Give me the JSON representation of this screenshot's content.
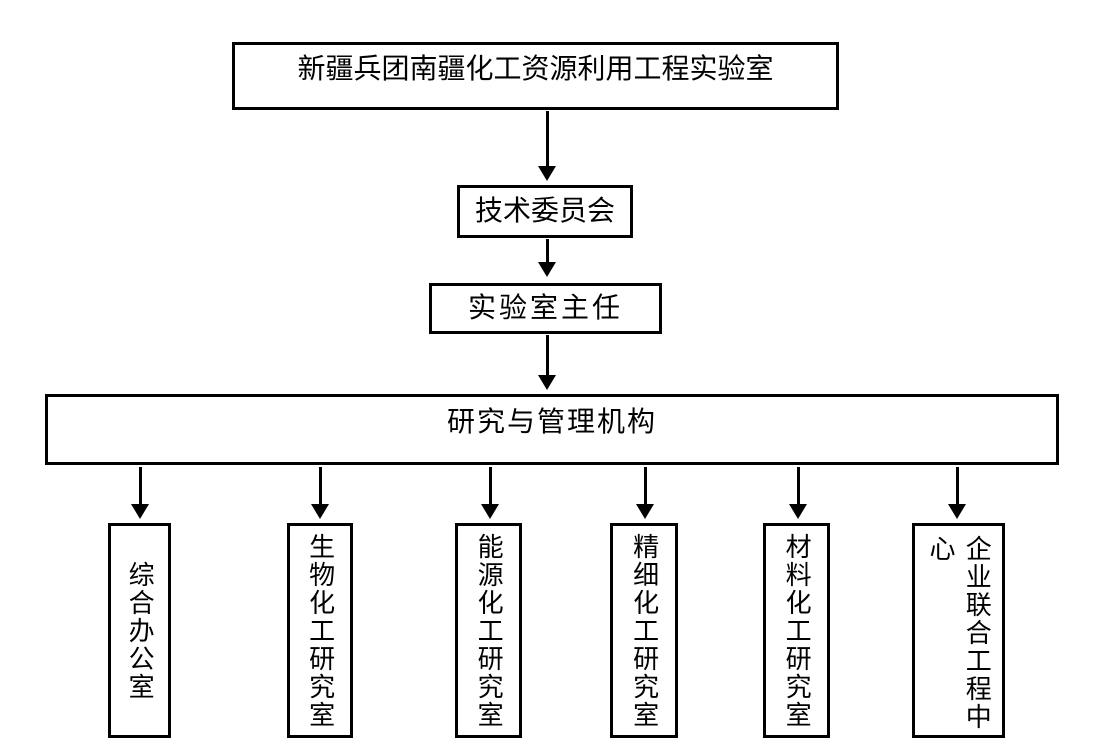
{
  "colors": {
    "background": "#ffffff",
    "line": "#000000",
    "text": "#000000"
  },
  "org_chart": {
    "type": "org-flowchart",
    "title_box": {
      "label": "新疆兵团南疆化工资源利用工程实验室"
    },
    "committee_box": {
      "label": "技术委员会"
    },
    "director_box": {
      "label": "实验室主任"
    },
    "management_box": {
      "label": "研究与管理机构"
    },
    "departments": [
      {
        "label": "综合办公室"
      },
      {
        "label": "生物化工研究室"
      },
      {
        "label": "能源化工研究室"
      },
      {
        "label": "精细化工研究室"
      },
      {
        "label": "材料化工研究室"
      },
      {
        "label": "企业联合工程中心",
        "render_columns": {
          "left": "心",
          "right": "企业联合工程中"
        }
      }
    ],
    "edges": [
      "title_box -> committee_box",
      "committee_box -> director_box",
      "director_box -> management_box",
      "management_box -> departments.0",
      "management_box -> departments.1",
      "management_box -> departments.2",
      "management_box -> departments.3",
      "management_box -> departments.4",
      "management_box -> departments.5"
    ]
  }
}
